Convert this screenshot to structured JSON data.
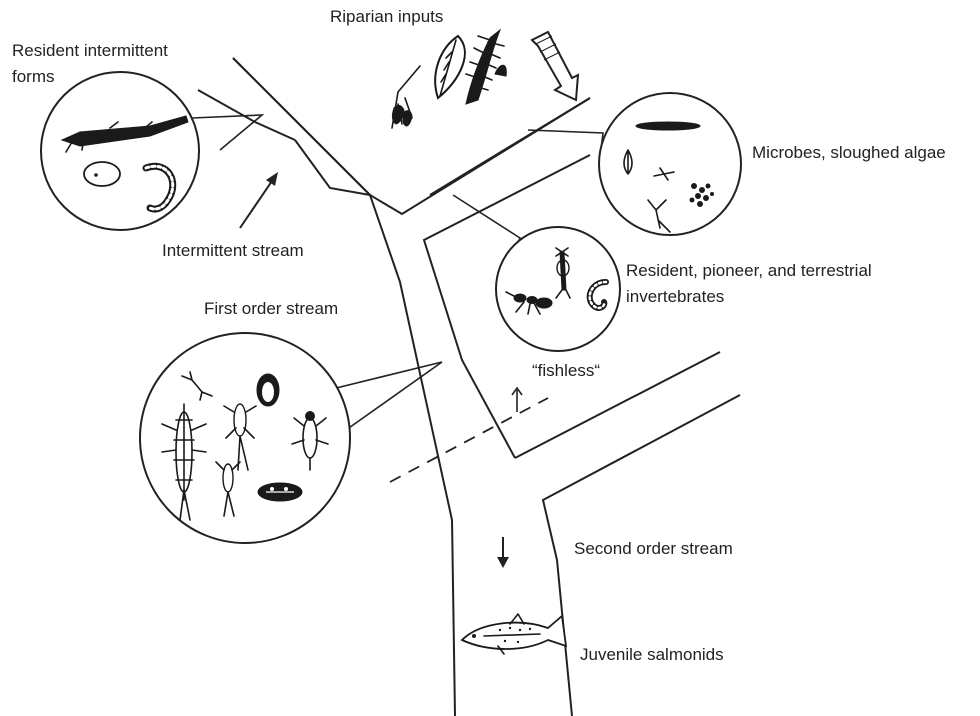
{
  "labels": {
    "riparian_inputs": "Riparian inputs",
    "resident_intermittent_line1": "Resident intermittent",
    "resident_intermittent_line2": "forms",
    "microbes": "Microbes, sloughed algae",
    "intermittent_stream": "Intermittent stream",
    "first_order_stream": "First order stream",
    "resident_pioneer_line1": "Resident, pioneer, and terrestrial",
    "resident_pioneer_line2": "invertebrates",
    "fishless": "“fishless“",
    "second_order_stream": "Second order stream",
    "juvenile_salmonids": "Juvenile salmonids"
  },
  "icons": {
    "leaves": "riparian-leaves-icon",
    "input_arrow": "input-arrow-icon",
    "aquatic_insects": "aquatic-insect-icons",
    "fish": "salmonid-fish-icon",
    "microbes": "microbe-icons"
  },
  "colors": {
    "line": "#222222",
    "ink": "#1a1a1a",
    "background": "#ffffff"
  }
}
